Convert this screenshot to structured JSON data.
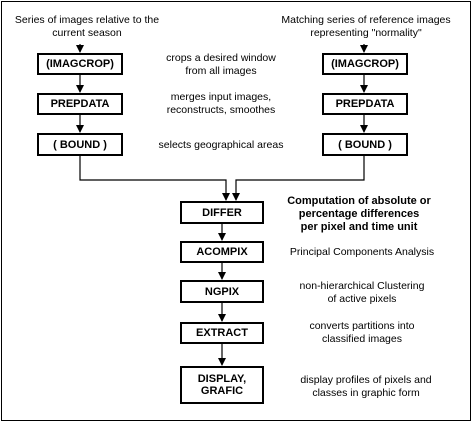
{
  "left_source": "Series of images relative to the\ncurrent season",
  "right_source": "Matching series of reference images\nrepresenting \"normality\"",
  "steps": {
    "imagcrop": "(IMAGCROP)",
    "prepdata": "PREPDATA",
    "bound": "( BOUND )",
    "differ": "DIFFER",
    "acompix": "ACOMPIX",
    "ngpix": "NGPIX",
    "extract": "EXTRACT",
    "display": "DISPLAY,\nGRAFIC"
  },
  "descriptions": {
    "imagcrop": "crops a desired window\nfrom all images",
    "prepdata": "merges input images,\nreconstructs, smoothes",
    "bound": "selects geographical areas",
    "differ": "Computation of absolute or\npercentage differences\nper pixel and time unit",
    "acompix": "Principal Components Analysis",
    "ngpix": "non-hierarchical  Clustering\nof active pixels",
    "extract": "converts partitions into\nclassified images",
    "display": "display profiles of pixels and\nclasses in graphic form"
  }
}
